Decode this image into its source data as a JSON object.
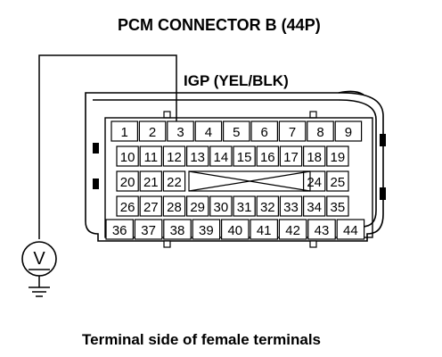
{
  "title": "PCM CONNECTOR B (44P)",
  "wire_label": "IGP (YEL/BLK)",
  "caption": "Terminal side of female terminals",
  "probe_terminal": "3",
  "voltmeter_symbol": "V",
  "connector": {
    "rows": [
      [
        "1",
        "2",
        "3",
        "4",
        "5",
        "6",
        "7",
        "8",
        "9"
      ],
      [
        "10",
        "11",
        "12",
        "13",
        "14",
        "15",
        "16",
        "17",
        "18",
        "19"
      ],
      [
        "20",
        "21",
        "22",
        "",
        "",
        "",
        "",
        "",
        "24",
        "25"
      ],
      [
        "26",
        "27",
        "28",
        "29",
        "30",
        "31",
        "32",
        "33",
        "34",
        "35"
      ],
      [
        "36",
        "37",
        "38",
        "39",
        "40",
        "41",
        "42",
        "43",
        "44"
      ]
    ]
  }
}
